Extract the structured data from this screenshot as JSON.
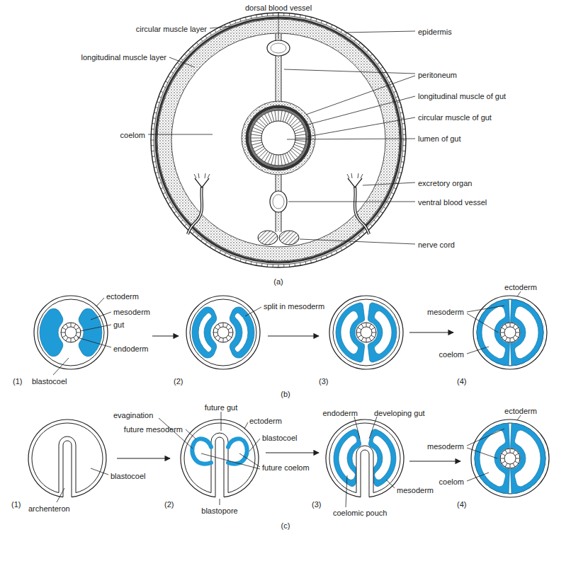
{
  "diagram": {
    "labels": [
      "dorsal blood vessel",
      "circular muscle layer",
      "epidermis",
      "longitudinal muscle layer",
      "peritoneum",
      "longitudinal muscle of gut",
      "coelom",
      "circular muscle of gut",
      "lumen of gut",
      "excretory organ",
      "ventral blood vessel",
      "nerve cord",
      "(a)",
      "ectoderm",
      "mesoderm",
      "gut",
      "endoderm",
      "(1)",
      "blastocoel",
      "split in mesoderm",
      "(2)",
      "(3)",
      "ectoderm",
      "mesoderm",
      "coelom",
      "(4)",
      "(b)",
      "evagination",
      "future gut",
      "future mesoderm",
      "ectoderm",
      "blastocoel",
      "(1)",
      "archenteron",
      "blastocoel",
      "future coelom",
      "blastopore",
      "(2)",
      "endoderm",
      "developing gut",
      "coelomic pouch",
      "mesoderm",
      "(3)",
      "ectoderm",
      "mesoderm",
      "coelom",
      "(4)",
      "(c)"
    ]
  }
}
